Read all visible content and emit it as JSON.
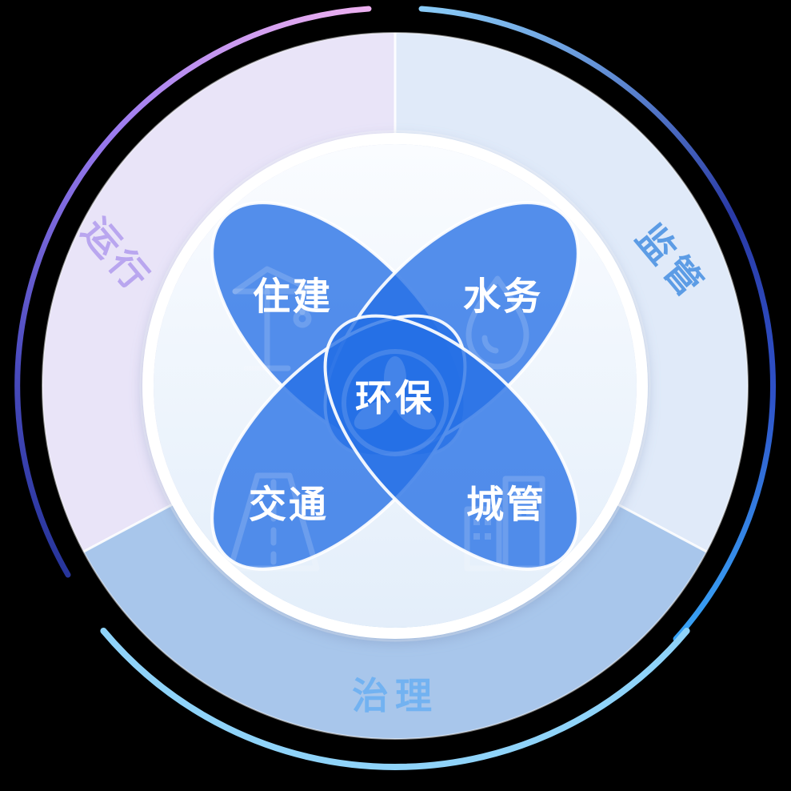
{
  "diagram": {
    "background_color": "#000000",
    "sectors": [
      {
        "id": "operation",
        "label": "运行",
        "color": "#E9E4F8",
        "label_color": "#B9A6EF"
      },
      {
        "id": "supervision",
        "label": "监管",
        "color": "#E0EAF9",
        "label_color": "#5C9CE5"
      },
      {
        "id": "governance",
        "label": "治理",
        "color": "#A8C6EB",
        "label_color": "#72B2F1"
      }
    ],
    "petals": [
      {
        "id": "housing",
        "label": "住建",
        "icon": "crane-icon"
      },
      {
        "id": "water",
        "label": "水务",
        "icon": "water-drop-icon"
      },
      {
        "id": "traffic",
        "label": "交通",
        "icon": "road-icon"
      },
      {
        "id": "city",
        "label": "城管",
        "icon": "buildings-icon"
      }
    ],
    "center": {
      "label": "环保",
      "icon": "leaf-icon",
      "label_color": "#FFFFFF"
    },
    "colors": {
      "petal_blue": "#2570E5",
      "petal_outline": "#FFFFFF",
      "inner_ring": "#FFFFFF",
      "arc_purple": "#ECB0F0",
      "arc_violet": "#9D7CF0",
      "arc_navy": "#27359B",
      "arc_sky": "#8ACBF7",
      "arc_bright_blue": "#38A3F6",
      "arc_cyan": "#8FD3F9"
    }
  }
}
